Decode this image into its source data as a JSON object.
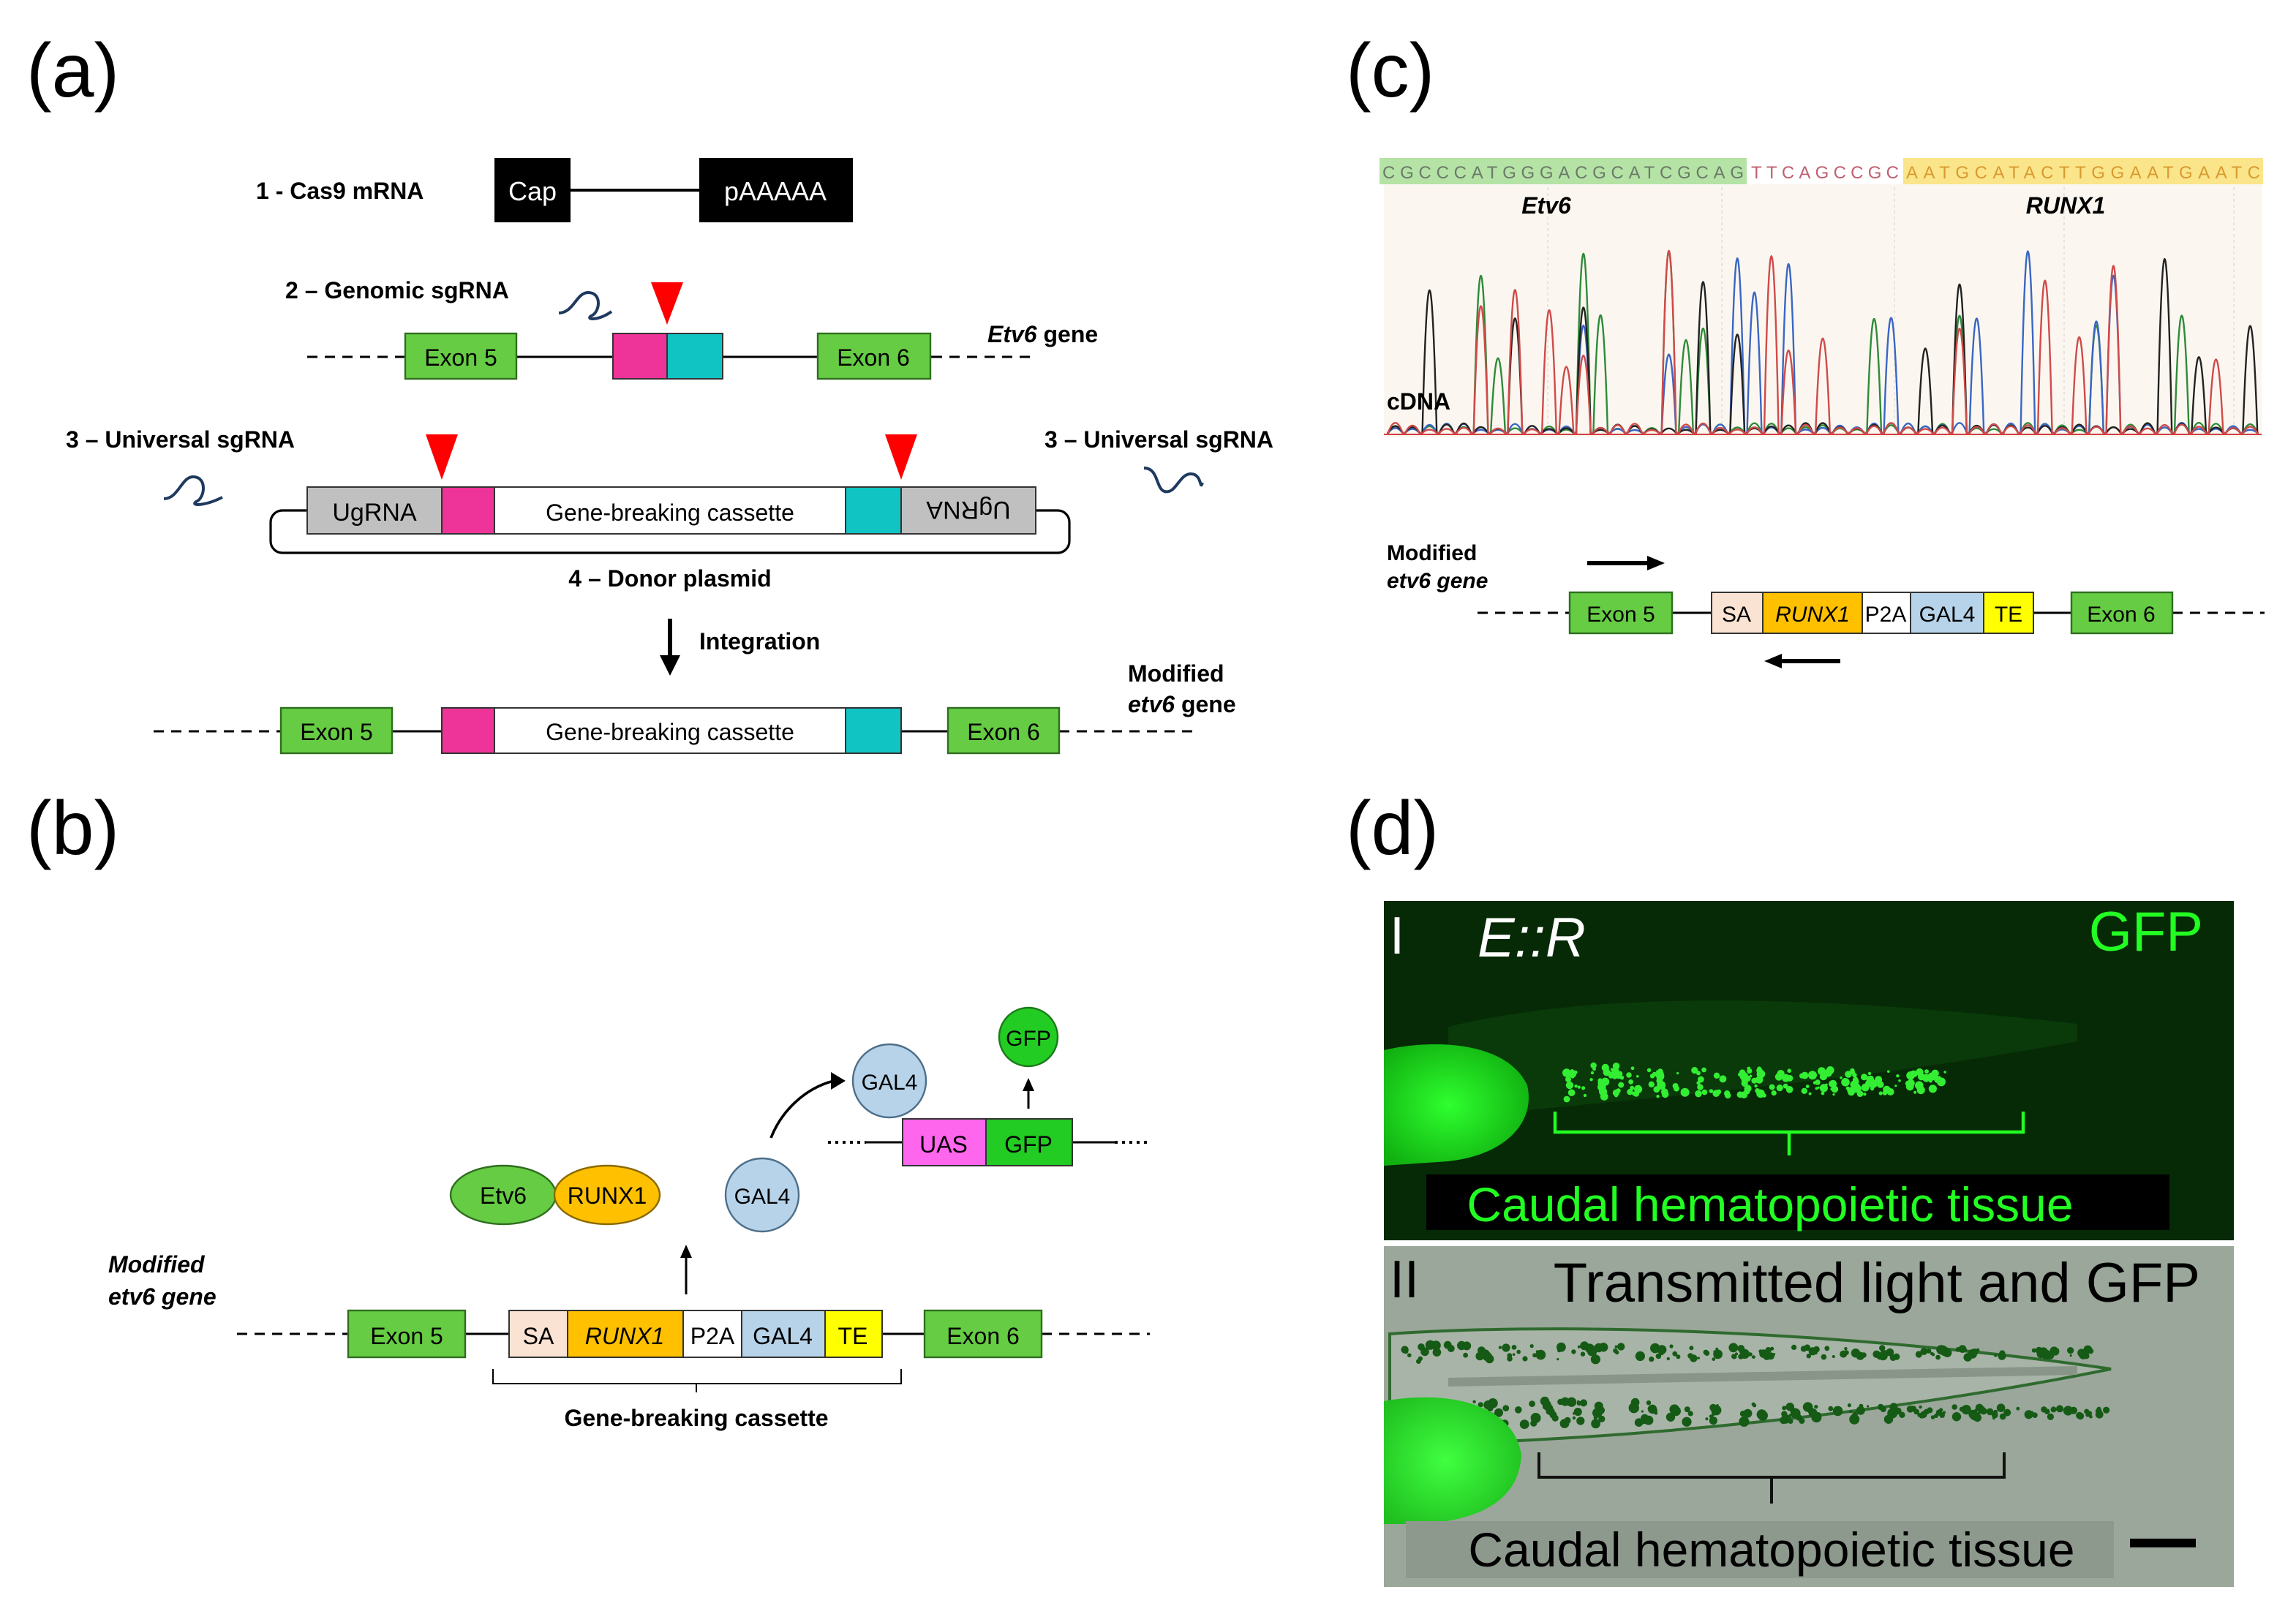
{
  "panels": {
    "a": {
      "label": "(a)",
      "cas9": {
        "title": "1 - Cas9 mRNA",
        "cap": "Cap",
        "polya": "pAAAAA"
      },
      "genomic": {
        "title": "2 – Genomic sgRNA",
        "exon5": "Exon 5",
        "exon6": "Exon 6",
        "gene_name": "Etv6",
        "gene_suffix": " gene"
      },
      "universal_left": "3 – Universal sgRNA",
      "universal_right": "3 – Universal sgRNA",
      "donor": {
        "ugrna_left": "UgRNA",
        "cassette": "Gene-breaking cassette",
        "ugrna_right": "UgRNA",
        "plasmid": "4 – Donor plasmid"
      },
      "integration": "Integration",
      "modified": {
        "exon5": "Exon 5",
        "cassette": "Gene-breaking cassette",
        "exon6": "Exon 6",
        "label1": "Modified",
        "label2_name": "etv6",
        "label2_suffix": " gene"
      }
    },
    "b": {
      "label": "(b)",
      "modified_label1": "Modified",
      "modified_label2": "etv6 gene",
      "exon5": "Exon 5",
      "sa": "SA",
      "runx1": "RUNX1",
      "p2a": "P2A",
      "gal4": "GAL4",
      "te": "TE",
      "exon6": "Exon 6",
      "cassette_label": "Gene-breaking cassette",
      "etv6_protein": "Etv6",
      "runx1_protein": "RUNX1",
      "gal4_free": "GAL4",
      "gal4_bound": "GAL4",
      "uas": "UAS",
      "gfp_box": "GFP",
      "gfp_protein": "GFP"
    },
    "c": {
      "label": "(c)",
      "seq_etv6": "CGCCCATGGGACGCATCGCAG",
      "seq_mid": "TTCAGCCGC",
      "seq_runx1": "AATGCATACTTGGAATGAATC",
      "etv6_label": "Etv6",
      "runx1_label": "RUNX1",
      "cdna": "cDNA",
      "modified_label1": "Modified",
      "modified_label2": "etv6 gene",
      "exon5": "Exon 5",
      "sa": "SA",
      "runx1": "RUNX1",
      "p2a": "P2A",
      "gal4": "GAL4",
      "te": "TE",
      "exon6": "Exon 6"
    },
    "d": {
      "label": "(d)",
      "top": {
        "numeral": "I",
        "genotype": "E::R",
        "channel": "GFP",
        "caption": "Caudal hematopoietic tissue"
      },
      "bottom": {
        "numeral": "II",
        "channel": "Transmitted light and GFP",
        "caption": "Caudal hematopoietic tissue"
      }
    }
  },
  "colors": {
    "exon": "#66cc44",
    "magenta": "#ee3399",
    "cyan": "#11c4c4",
    "ugrna": "#c0c0c0",
    "sa": "#fbe3d3",
    "runx1": "#ffc000",
    "gal4": "#b7d3e9",
    "te": "#ffff00",
    "uas": "#ff66ee",
    "gfp": "#22cc22",
    "cut_site": "#ff0000",
    "micro_green": "#22ff22"
  }
}
